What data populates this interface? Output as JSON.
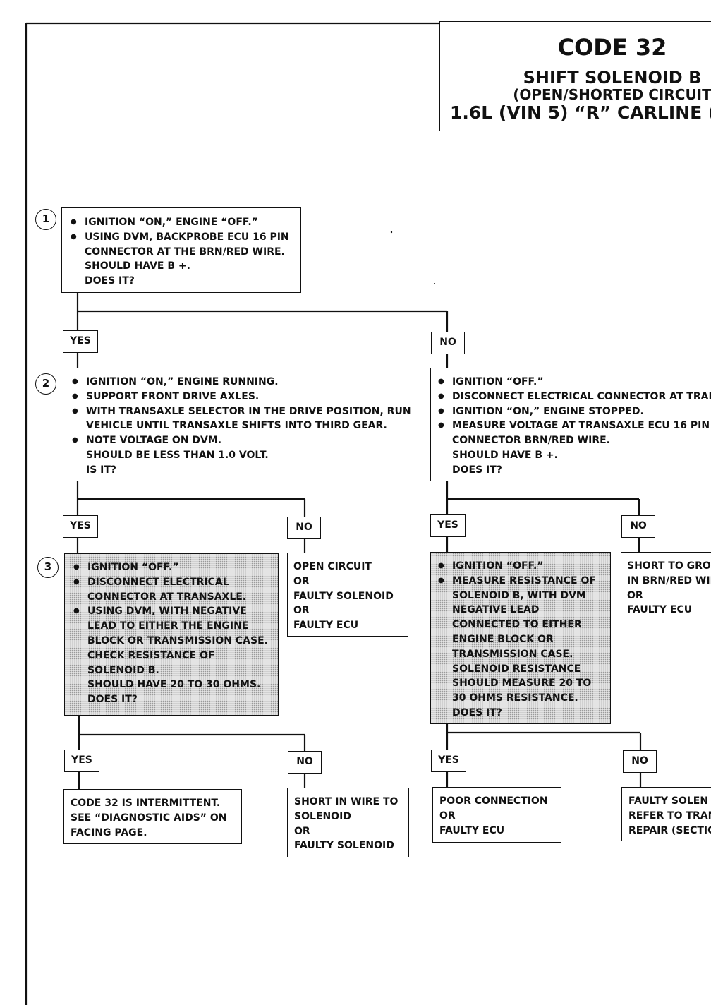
{
  "header": {
    "code": "CODE 32",
    "subtitle": "SHIFT SOLENOID B",
    "circuit": "(OPEN/SHORTED CIRCUIT",
    "engine": "1.6L  (VIN 5)  “R”  CARLINE  ("
  },
  "steps": [
    "1",
    "2",
    "3"
  ],
  "boxes": {
    "step1": {
      "lines": [
        "IGNITION “ON,” ENGINE “OFF.”",
        "USING DVM, BACKPROBE ECU 16 PIN",
        "CONNECTOR AT THE BRN/RED WIRE.",
        "SHOULD HAVE B +.",
        "DOES IT?"
      ]
    },
    "step2": {
      "lines": [
        "IGNITION “ON,” ENGINE RUNNING.",
        "SUPPORT FRONT DRIVE AXLES.",
        "WITH TRANSAXLE SELECTOR IN THE DRIVE POSITION, RUN",
        "VEHICLE UNTIL TRANSAXLE SHIFTS INTO THIRD GEAR.",
        "NOTE VOLTAGE ON DVM.",
        "SHOULD BE LESS THAN 1.0 VOLT.",
        "IS IT?"
      ]
    },
    "no_branch_check": {
      "lines": [
        "IGNITION “OFF.”",
        "DISCONNECT ELECTRICAL CONNECTOR AT TRAI",
        "IGNITION “ON,” ENGINE STOPPED.",
        "MEASURE VOLTAGE AT TRANSAXLE ECU 16 PIN",
        "CONNECTOR BRN/RED WIRE.",
        "SHOULD HAVE B +.",
        "DOES IT?"
      ]
    },
    "step3": {
      "lines": [
        "IGNITION “OFF.”",
        "DISCONNECT ELECTRICAL",
        "CONNECTOR AT TRANSAXLE.",
        "USING DVM, WITH NEGATIVE",
        "LEAD TO EITHER THE ENGINE",
        "BLOCK OR TRANSMISSION CASE.",
        "CHECK RESISTANCE OF",
        "SOLENOID B.",
        "SHOULD HAVE 20 TO 30 OHMS.",
        "DOES IT?"
      ]
    },
    "open_circuit": {
      "lines": [
        "OPEN CIRCUIT",
        "OR",
        "FAULTY SOLENOID",
        "OR",
        "FAULTY ECU"
      ]
    },
    "measure_resistance": {
      "lines": [
        "IGNITION “OFF.”",
        "MEASURE RESISTANCE OF",
        "SOLENOID B, WITH DVM",
        "NEGATIVE LEAD",
        "CONNECTED TO EITHER",
        "ENGINE BLOCK OR",
        "TRANSMISSION CASE.",
        "SOLENOID RESISTANCE",
        "SHOULD MEASURE 20 TO",
        "30 OHMS RESISTANCE.",
        "DOES IT?"
      ]
    },
    "short_to_ground": {
      "lines": [
        "SHORT TO GRO",
        "IN BRN/RED WIF",
        "OR",
        "FAULTY ECU"
      ]
    },
    "intermittent": {
      "lines": [
        "CODE 32 IS INTERMITTENT.",
        "SEE “DIAGNOSTIC AIDS” ON",
        "FACING PAGE."
      ]
    },
    "short_in_wire": {
      "lines": [
        "SHORT IN WIRE TO",
        "SOLENOID",
        "OR",
        "FAULTY SOLENOID"
      ]
    },
    "poor_connection": {
      "lines": [
        "POOR CONNECTION",
        "OR",
        "FAULTY ECU"
      ]
    },
    "faulty_solenoid": {
      "lines": [
        "FAULTY SOLEN",
        "REFER TO TRAN",
        "REPAIR (SECTIC"
      ]
    }
  },
  "labels": {
    "yes": "YES",
    "no": "NO"
  }
}
